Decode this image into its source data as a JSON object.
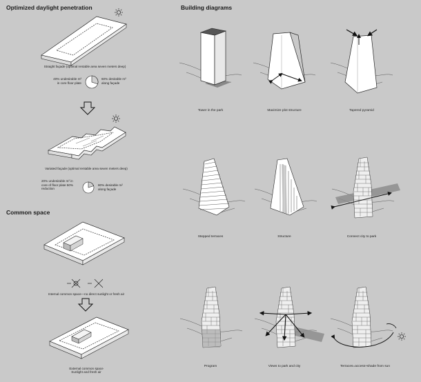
{
  "left": {
    "heading1": "Optimized daylight penetration",
    "caption1": "Straight façade (optimal rentable area seven meters deep)",
    "stat1_left_l1": "40% undesirable m²",
    "stat1_left_l2": "in core floor plate",
    "stat1_right_l1": "60% desirable m²",
    "stat1_right_l2": "along façade",
    "caption2": "Variated façade (optimal rentable area seven meters deep)",
    "stat2_left_l1": "20% undesirable m² in",
    "stat2_left_l2": "core of floor plate 50%",
    "stat2_left_l3": "reduction",
    "stat2_right_l1": "80% desirable m²",
    "stat2_right_l2": "along façade",
    "heading2": "Common space",
    "caption3": "Internal common space—no direct sunlight or fresh air",
    "caption4_l1": "External common space",
    "caption4_l2": "Sunlight and fresh air"
  },
  "right": {
    "heading": "Building diagrams",
    "captions": [
      "Tower in the park",
      "Maximize plot structure",
      "Tapered pyramid",
      "Stepped terraces",
      "Structure",
      "Connect city to park",
      "Program",
      "Views to park and city",
      "Terraces=access+shade from sun"
    ]
  },
  "colors": {
    "background": "#c9c9c9",
    "ink": "#1a1a1a",
    "white": "#ffffff",
    "shade": "#8a8a8a"
  }
}
